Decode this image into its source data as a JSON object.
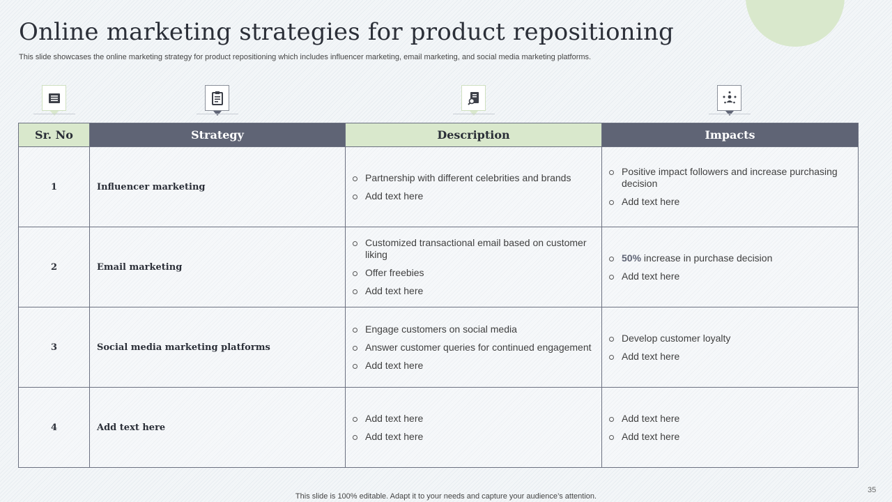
{
  "slide": {
    "title": "Online marketing strategies for product repositioning",
    "subtitle": "This slide showcases the online marketing strategy for product repositioning which includes influencer marketing, email marketing, and social media marketing platforms.",
    "footer": "This slide is 100% editable. Adapt it to your needs and capture your audience’s attention.",
    "page_number": "35"
  },
  "icons": [
    "numbered-list-icon",
    "clipboard-checklist-icon",
    "document-search-icon",
    "network-person-icon"
  ],
  "colors": {
    "green": "#d9e8cc",
    "slate": "#5f6475",
    "title": "#2b2f38"
  },
  "table": {
    "headers": [
      "Sr. No",
      "Strategy",
      "Description",
      "Impacts"
    ],
    "rows": [
      {
        "no": "1",
        "strategy": "Influencer marketing",
        "description": [
          "Partnership with different celebrities and brands",
          "Add text here"
        ],
        "impacts": [
          "Positive impact followers and increase purchasing decision",
          "Add text here"
        ]
      },
      {
        "no": "2",
        "strategy": "Email marketing",
        "description": [
          "Customized transactional email based on customer liking",
          "Offer freebies",
          "Add text here"
        ],
        "impacts": [],
        "impact_highlight": "50%",
        "impact_highlight_rest": " increase in purchase decision",
        "impacts_extra": [
          "Add text here"
        ]
      },
      {
        "no": "3",
        "strategy": "Social media marketing platforms",
        "description": [
          "Engage customers on social media",
          "Answer customer queries for continued engagement",
          "Add text here"
        ],
        "impacts": [
          "Develop customer loyalty",
          "Add text here"
        ]
      },
      {
        "no": "4",
        "strategy": "Add text here",
        "description": [
          "Add text here",
          "Add text here"
        ],
        "impacts": [
          "Add text here",
          "Add text here"
        ]
      }
    ]
  }
}
